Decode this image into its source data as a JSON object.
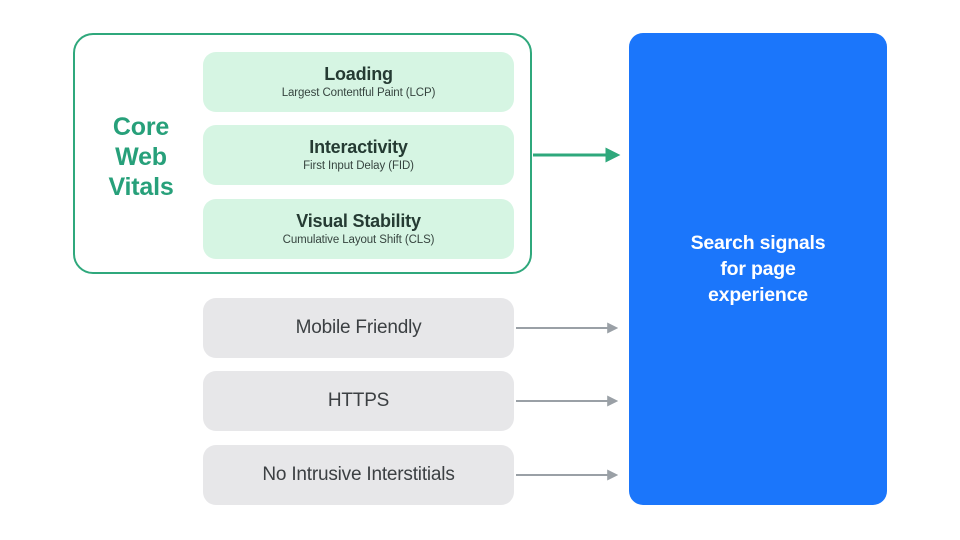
{
  "diagram": {
    "title_text_visible": false,
    "colors": {
      "green_accent": "#2FA87C",
      "green_label": "#27A07A",
      "card_green_bg": "#D6F5E3",
      "gray_card_bg": "#E7E7E9",
      "blue_panel": "#1B76FB",
      "arrow_gray": "#9AA0A6",
      "text_dark": "#3c4043",
      "text_white": "#ffffff"
    },
    "core_web_vitals": {
      "group_label": "Core\nWeb\nVitals",
      "group_label_line1": "Core",
      "group_label_line2": "Web",
      "group_label_line3": "Vitals",
      "metrics": [
        {
          "title": "Loading",
          "subtitle": "Largest Contentful Paint (LCP)"
        },
        {
          "title": "Interactivity",
          "subtitle": "First Input Delay (FID)"
        },
        {
          "title": "Visual Stability",
          "subtitle": "Cumulative Layout Shift (CLS)"
        }
      ]
    },
    "other_signals": [
      {
        "label": "Mobile Friendly"
      },
      {
        "label": "HTTPS"
      },
      {
        "label": "No Intrusive Interstitials"
      }
    ],
    "outcome": {
      "label": "Search signals\nfor page\nexperience",
      "line1": "Search signals",
      "line2": "for page",
      "line3": "experience"
    },
    "arrows": [
      {
        "name": "arrow-core-web-vitals",
        "color": "#2FA87C"
      },
      {
        "name": "arrow-mobile-friendly",
        "color": "#9AA0A6"
      },
      {
        "name": "arrow-https",
        "color": "#9AA0A6"
      },
      {
        "name": "arrow-no-intrusive-interstitials",
        "color": "#9AA0A6"
      }
    ]
  }
}
